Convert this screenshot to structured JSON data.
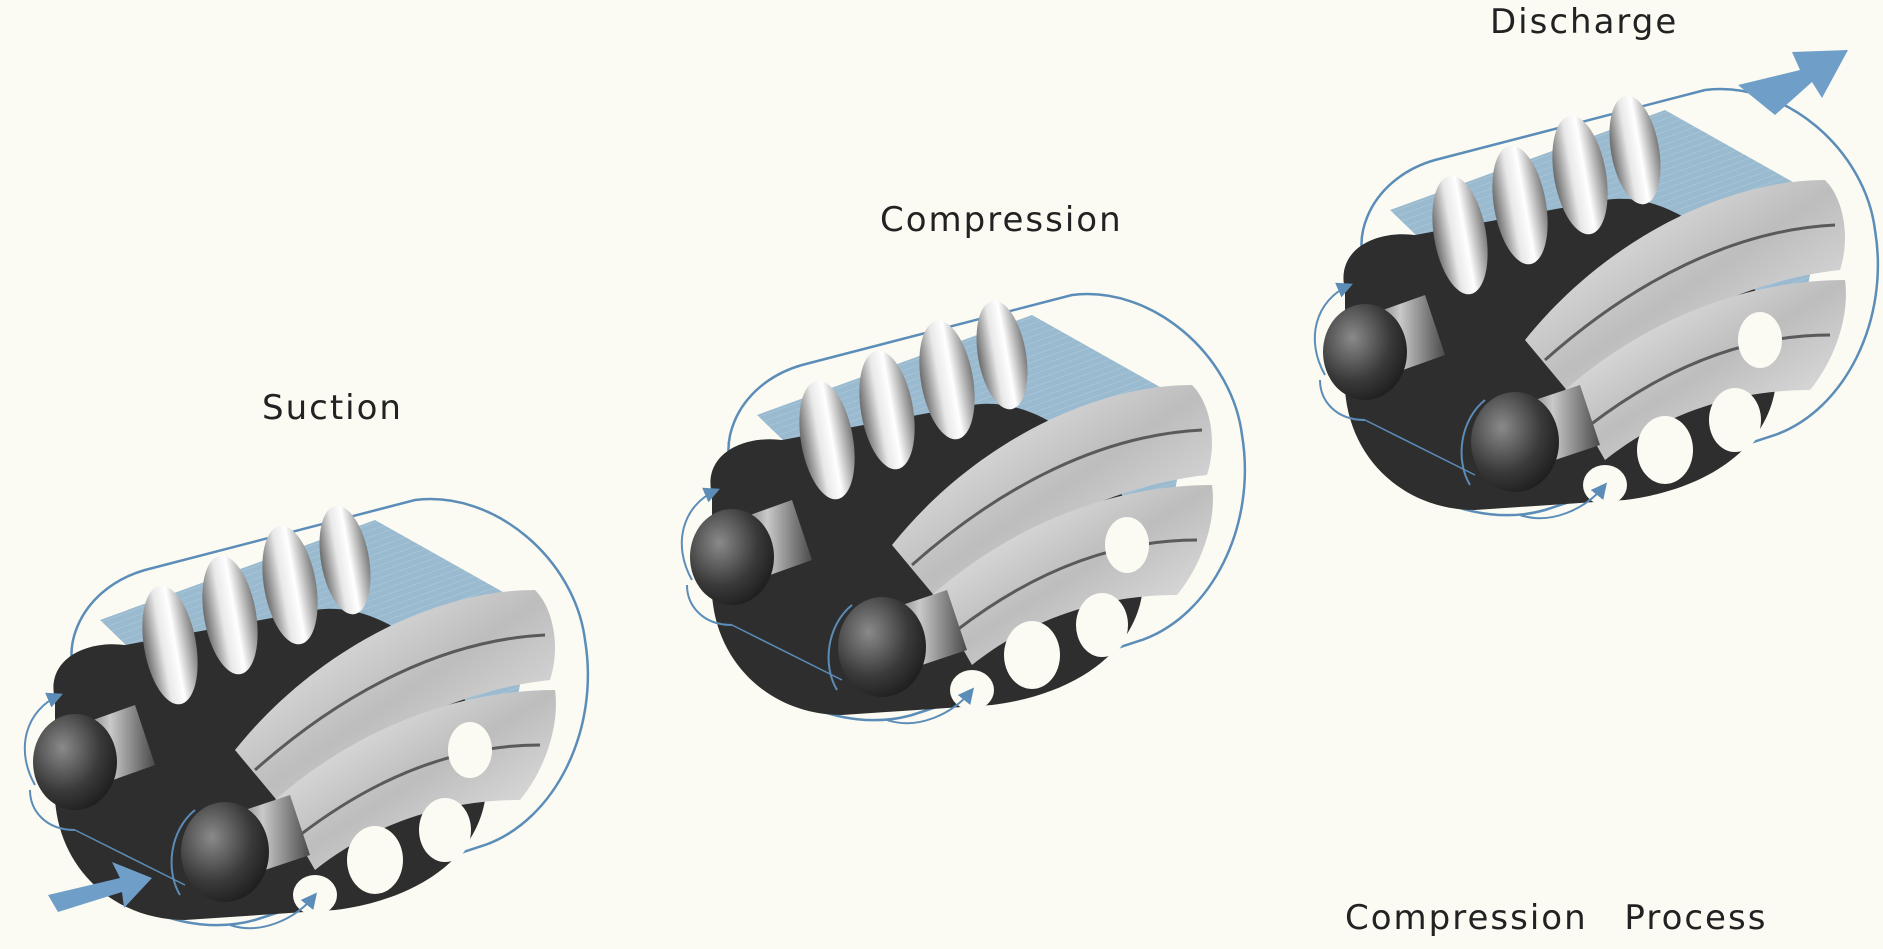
{
  "stages": [
    {
      "label": "Suction",
      "icon": "suction-arrow-icon"
    },
    {
      "label": "Compression"
    },
    {
      "label": "Discharge",
      "icon": "discharge-arrow-icon"
    }
  ],
  "caption": "Compression Process",
  "colors": {
    "background": "#fbfbf3",
    "gas_fill": "#8fb3cc",
    "outline": "#5b8db8",
    "arrow": "#6f9fc8",
    "dark": "#2b2b2b",
    "lobe": "#9a9a9a",
    "text": "#222222"
  }
}
